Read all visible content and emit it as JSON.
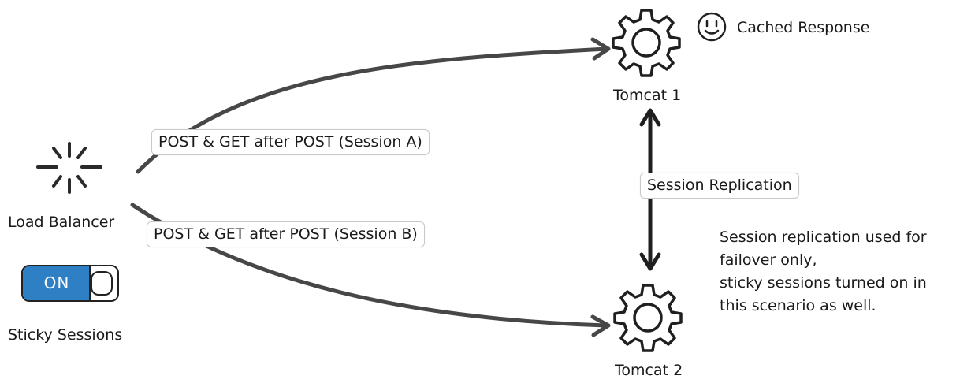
{
  "nodes": {
    "load_balancer": {
      "label": "Load Balancer"
    },
    "sticky_sessions": {
      "label": "Sticky Sessions",
      "toggle_text": "ON",
      "state": "on"
    },
    "tomcat1": {
      "label": "Tomcat 1"
    },
    "tomcat2": {
      "label": "Tomcat 2"
    },
    "cached_response": {
      "label": "Cached Response"
    }
  },
  "edges": {
    "session_a": {
      "label": "POST & GET after POST (Session A)"
    },
    "session_b": {
      "label": "POST & GET after POST (Session B)"
    },
    "replication": {
      "label": "Session Replication"
    }
  },
  "note": {
    "lines": [
      "Session replication used for",
      "failover only,",
      "sticky sessions turned on in",
      "this scenario as well."
    ]
  },
  "colors": {
    "toggle_on": "#2f7fc5",
    "stroke": "#222222",
    "curve": "#444444"
  },
  "icons": {
    "load_balancer": "spinner-icon",
    "tomcat": "gear-icon",
    "cached": "smiley-icon"
  }
}
